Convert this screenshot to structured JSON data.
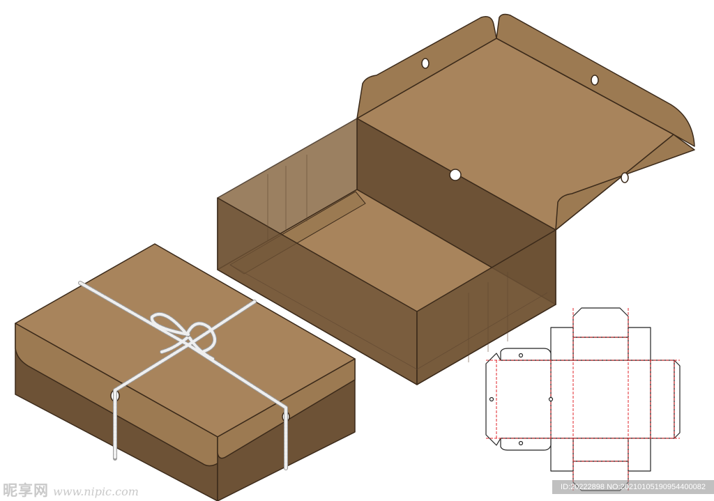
{
  "colors": {
    "board": "#a8845c",
    "board_dark": "#6d5236",
    "board_shadow": "#8a6a46",
    "outline": "#3b2a1a",
    "string": "#e9e9e9",
    "dieline_cut": "#222222",
    "dieline_crease": "#e0262b"
  },
  "watermark": {
    "brand": "昵享网",
    "url": "www.nipic.com",
    "id_text": "ID:20222898 NO:20210105190954400082"
  }
}
